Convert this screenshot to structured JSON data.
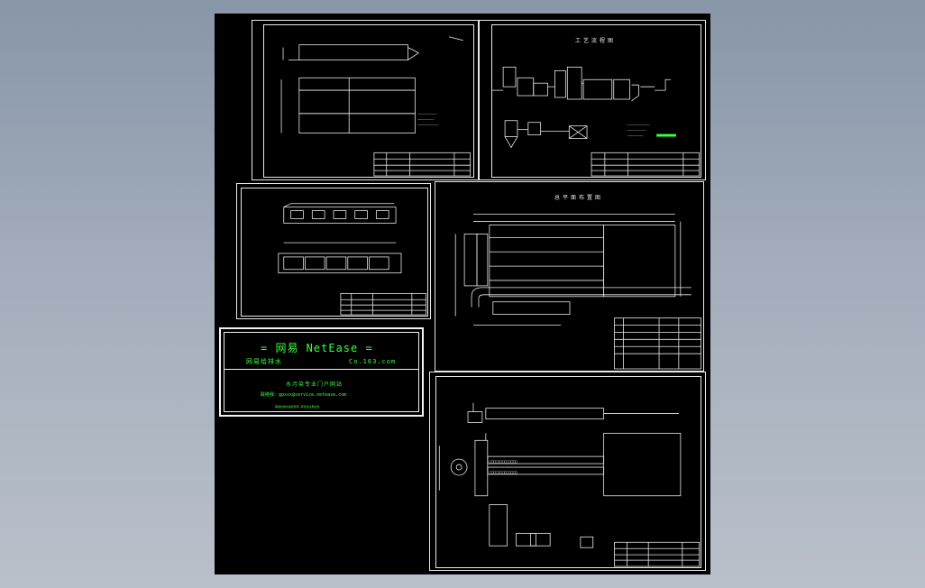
{
  "colors": {
    "viewport_bg": "#8896a8",
    "canvas": "#000000",
    "lines": "#e8e8e8",
    "accent_text": "#3bff3b",
    "highlight": "#3bff3b"
  },
  "stamp": {
    "line1": "= 网易 NetEase =",
    "line2_left": "网易给排水",
    "line2_right": "Co.163.com",
    "line3": "水污染专业门户网站",
    "line4": "联络我：gpsxx@service.netease.com",
    "line5": "网易给排水版权所有 转载请注明出处"
  },
  "sheets": {
    "process_flow_title": "工艺流程图",
    "plan_title": "总平面布置图"
  }
}
